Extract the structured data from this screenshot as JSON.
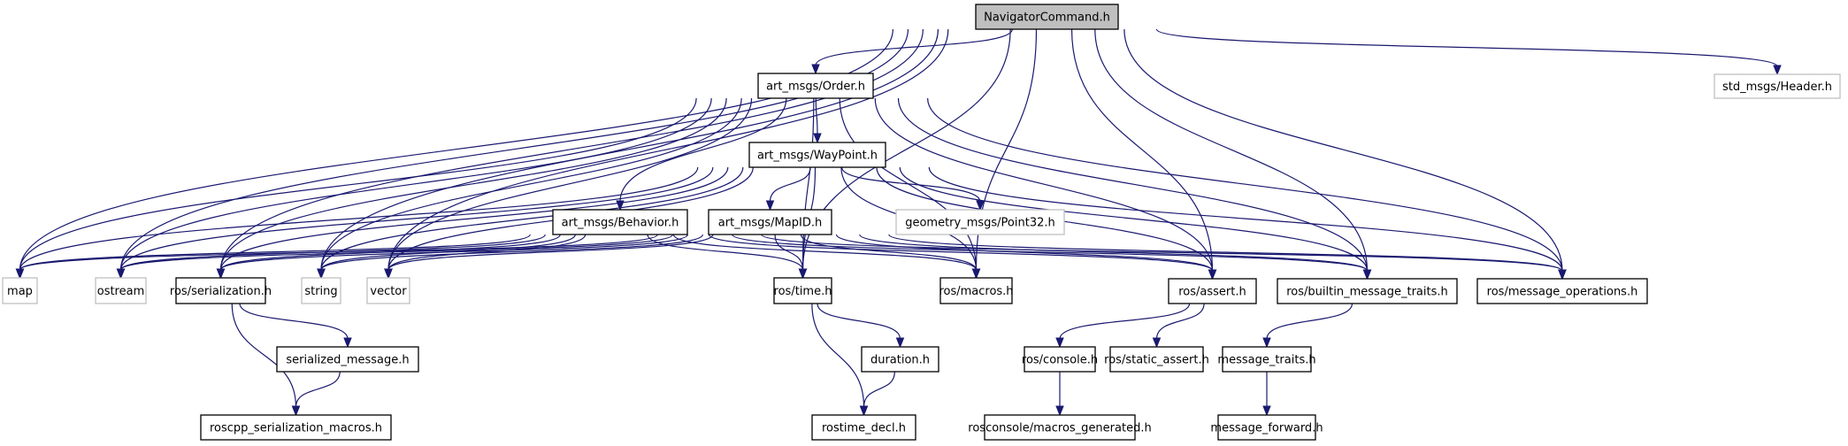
{
  "diagram": {
    "type": "include-dependency-graph",
    "colors": {
      "edge": "#191970",
      "root_fill": "#bfbfbf",
      "external_border": "#bfbfbf",
      "node_border": "#000000"
    },
    "nodes": [
      {
        "id": "nav",
        "label": "NavigatorCommand.h",
        "kind": "root"
      },
      {
        "id": "order",
        "label": "art_msgs/Order.h",
        "kind": "documented"
      },
      {
        "id": "hdr",
        "label": "std_msgs/Header.h",
        "kind": "external"
      },
      {
        "id": "wp",
        "label": "art_msgs/WayPoint.h",
        "kind": "documented"
      },
      {
        "id": "beh",
        "label": "art_msgs/Behavior.h",
        "kind": "documented"
      },
      {
        "id": "mapid",
        "label": "art_msgs/MapID.h",
        "kind": "documented"
      },
      {
        "id": "pt32",
        "label": "geometry_msgs/Point32.h",
        "kind": "external"
      },
      {
        "id": "map",
        "label": "map",
        "kind": "external"
      },
      {
        "id": "ostream",
        "label": "ostream",
        "kind": "external"
      },
      {
        "id": "ser",
        "label": "ros/serialization.h",
        "kind": "documented"
      },
      {
        "id": "string",
        "label": "string",
        "kind": "external"
      },
      {
        "id": "vector",
        "label": "vector",
        "kind": "external"
      },
      {
        "id": "time",
        "label": "ros/time.h",
        "kind": "documented"
      },
      {
        "id": "macros",
        "label": "ros/macros.h",
        "kind": "documented"
      },
      {
        "id": "assert",
        "label": "ros/assert.h",
        "kind": "documented"
      },
      {
        "id": "bmt",
        "label": "ros/builtin_message_traits.h",
        "kind": "documented"
      },
      {
        "id": "mops",
        "label": "ros/message_operations.h",
        "kind": "documented"
      },
      {
        "id": "sermsg",
        "label": "serialized_message.h",
        "kind": "documented"
      },
      {
        "id": "rsm",
        "label": "roscpp_serialization_macros.h",
        "kind": "documented"
      },
      {
        "id": "dur",
        "label": "duration.h",
        "kind": "documented"
      },
      {
        "id": "rtd",
        "label": "rostime_decl.h",
        "kind": "documented"
      },
      {
        "id": "console",
        "label": "ros/console.h",
        "kind": "documented"
      },
      {
        "id": "sassert",
        "label": "ros/static_assert.h",
        "kind": "documented"
      },
      {
        "id": "mtraits",
        "label": "message_traits.h",
        "kind": "documented"
      },
      {
        "id": "rmg",
        "label": "rosconsole/macros_generated.h",
        "kind": "documented"
      },
      {
        "id": "mfwd",
        "label": "message_forward.h",
        "kind": "documented"
      }
    ],
    "edges": [
      [
        "nav",
        "order"
      ],
      [
        "nav",
        "hdr"
      ],
      [
        "nav",
        "map"
      ],
      [
        "nav",
        "ostream"
      ],
      [
        "nav",
        "ser"
      ],
      [
        "nav",
        "string"
      ],
      [
        "nav",
        "vector"
      ],
      [
        "nav",
        "time"
      ],
      [
        "nav",
        "macros"
      ],
      [
        "nav",
        "assert"
      ],
      [
        "nav",
        "bmt"
      ],
      [
        "nav",
        "mops"
      ],
      [
        "order",
        "wp"
      ],
      [
        "order",
        "beh"
      ],
      [
        "order",
        "map"
      ],
      [
        "order",
        "ostream"
      ],
      [
        "order",
        "ser"
      ],
      [
        "order",
        "string"
      ],
      [
        "order",
        "vector"
      ],
      [
        "order",
        "time"
      ],
      [
        "order",
        "macros"
      ],
      [
        "order",
        "assert"
      ],
      [
        "order",
        "bmt"
      ],
      [
        "order",
        "mops"
      ],
      [
        "wp",
        "mapid"
      ],
      [
        "wp",
        "pt32"
      ],
      [
        "wp",
        "map"
      ],
      [
        "wp",
        "ostream"
      ],
      [
        "wp",
        "ser"
      ],
      [
        "wp",
        "string"
      ],
      [
        "wp",
        "vector"
      ],
      [
        "wp",
        "time"
      ],
      [
        "wp",
        "macros"
      ],
      [
        "wp",
        "assert"
      ],
      [
        "wp",
        "bmt"
      ],
      [
        "wp",
        "mops"
      ],
      [
        "beh",
        "map"
      ],
      [
        "beh",
        "ostream"
      ],
      [
        "beh",
        "ser"
      ],
      [
        "beh",
        "string"
      ],
      [
        "beh",
        "vector"
      ],
      [
        "beh",
        "time"
      ],
      [
        "beh",
        "macros"
      ],
      [
        "beh",
        "assert"
      ],
      [
        "beh",
        "bmt"
      ],
      [
        "beh",
        "mops"
      ],
      [
        "mapid",
        "map"
      ],
      [
        "mapid",
        "ostream"
      ],
      [
        "mapid",
        "ser"
      ],
      [
        "mapid",
        "string"
      ],
      [
        "mapid",
        "vector"
      ],
      [
        "mapid",
        "time"
      ],
      [
        "mapid",
        "macros"
      ],
      [
        "mapid",
        "assert"
      ],
      [
        "mapid",
        "bmt"
      ],
      [
        "mapid",
        "mops"
      ],
      [
        "ser",
        "sermsg"
      ],
      [
        "ser",
        "rsm"
      ],
      [
        "sermsg",
        "rsm"
      ],
      [
        "time",
        "dur"
      ],
      [
        "time",
        "rtd"
      ],
      [
        "dur",
        "rtd"
      ],
      [
        "assert",
        "console"
      ],
      [
        "assert",
        "sassert"
      ],
      [
        "console",
        "rmg"
      ],
      [
        "bmt",
        "mtraits"
      ],
      [
        "mtraits",
        "mfwd"
      ]
    ]
  }
}
